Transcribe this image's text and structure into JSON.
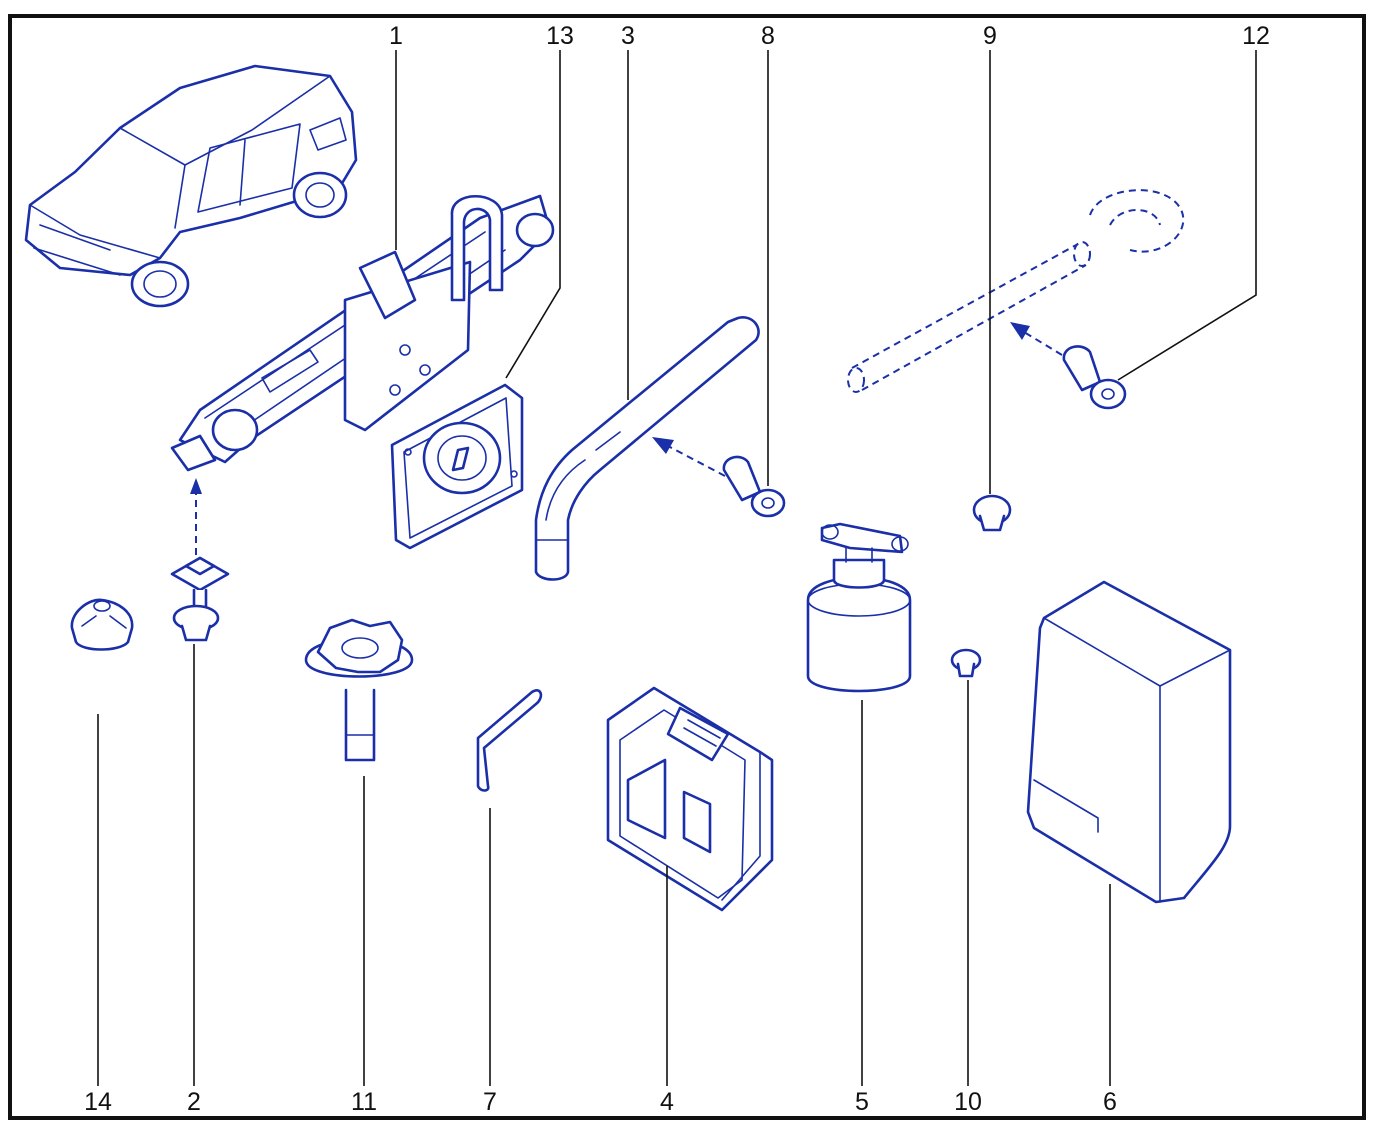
{
  "callouts": [
    {
      "id": "1",
      "text": "1"
    },
    {
      "id": "13",
      "text": "13"
    },
    {
      "id": "3",
      "text": "3"
    },
    {
      "id": "8",
      "text": "8"
    },
    {
      "id": "9",
      "text": "9"
    },
    {
      "id": "12",
      "text": "12"
    },
    {
      "id": "14",
      "text": "14"
    },
    {
      "id": "2",
      "text": "2"
    },
    {
      "id": "11",
      "text": "11"
    },
    {
      "id": "7",
      "text": "7"
    },
    {
      "id": "4",
      "text": "4"
    },
    {
      "id": "5",
      "text": "5"
    },
    {
      "id": "10",
      "text": "10"
    },
    {
      "id": "6",
      "text": "6"
    }
  ],
  "colors": {
    "line": "#1a2fa8",
    "frame": "#111111",
    "background": "#ffffff"
  }
}
